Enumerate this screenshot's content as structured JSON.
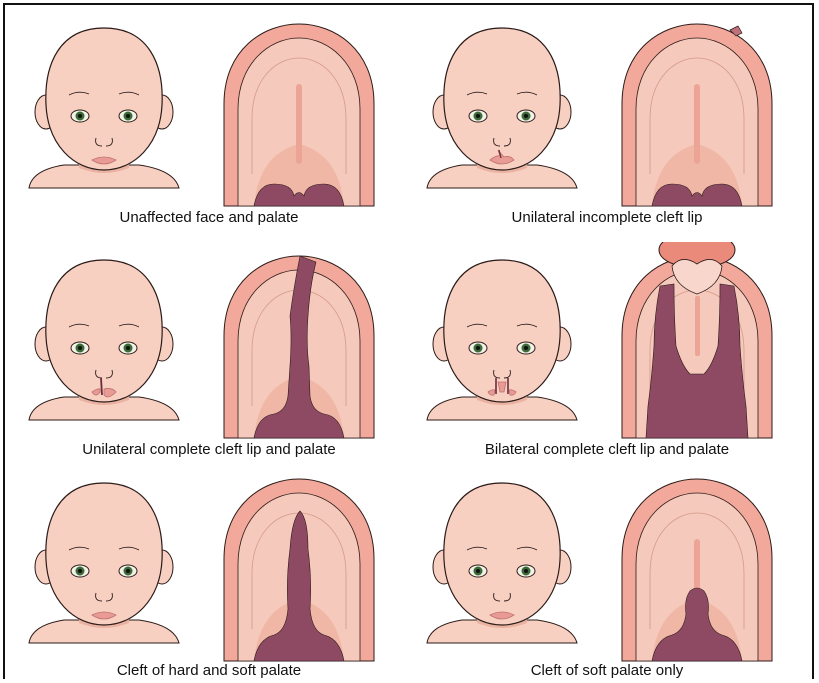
{
  "panels": [
    {
      "caption": "Unaffected face and palate",
      "lip": "normal",
      "palate": "normal"
    },
    {
      "caption": "Unilateral incomplete cleft lip",
      "lip": "unilateral-incomplete",
      "palate": "alveolar-notch"
    },
    {
      "caption": "Unilateral complete cleft lip and palate",
      "lip": "unilateral-complete",
      "palate": "unilateral-complete"
    },
    {
      "caption": "Bilateral complete cleft lip and palate",
      "lip": "bilateral-complete",
      "palate": "bilateral-complete"
    },
    {
      "caption": "Cleft of hard and soft palate",
      "lip": "normal",
      "palate": "hard-soft"
    },
    {
      "caption": "Cleft of soft palate only",
      "lip": "normal",
      "palate": "soft-only"
    }
  ],
  "colors": {
    "skin": "#f7d0c2",
    "skin_shadow": "#eab3a1",
    "outline": "#2b1b18",
    "eye": "#3a6a3a",
    "lip": "#e89a94",
    "gum": "#f2a99b",
    "gum_dark": "#e98a7a",
    "palate": "#f5c9bb",
    "palate_mid": "#f0b7a7",
    "cleft": "#8e4a62",
    "premaxilla": "#f8d6cc"
  }
}
